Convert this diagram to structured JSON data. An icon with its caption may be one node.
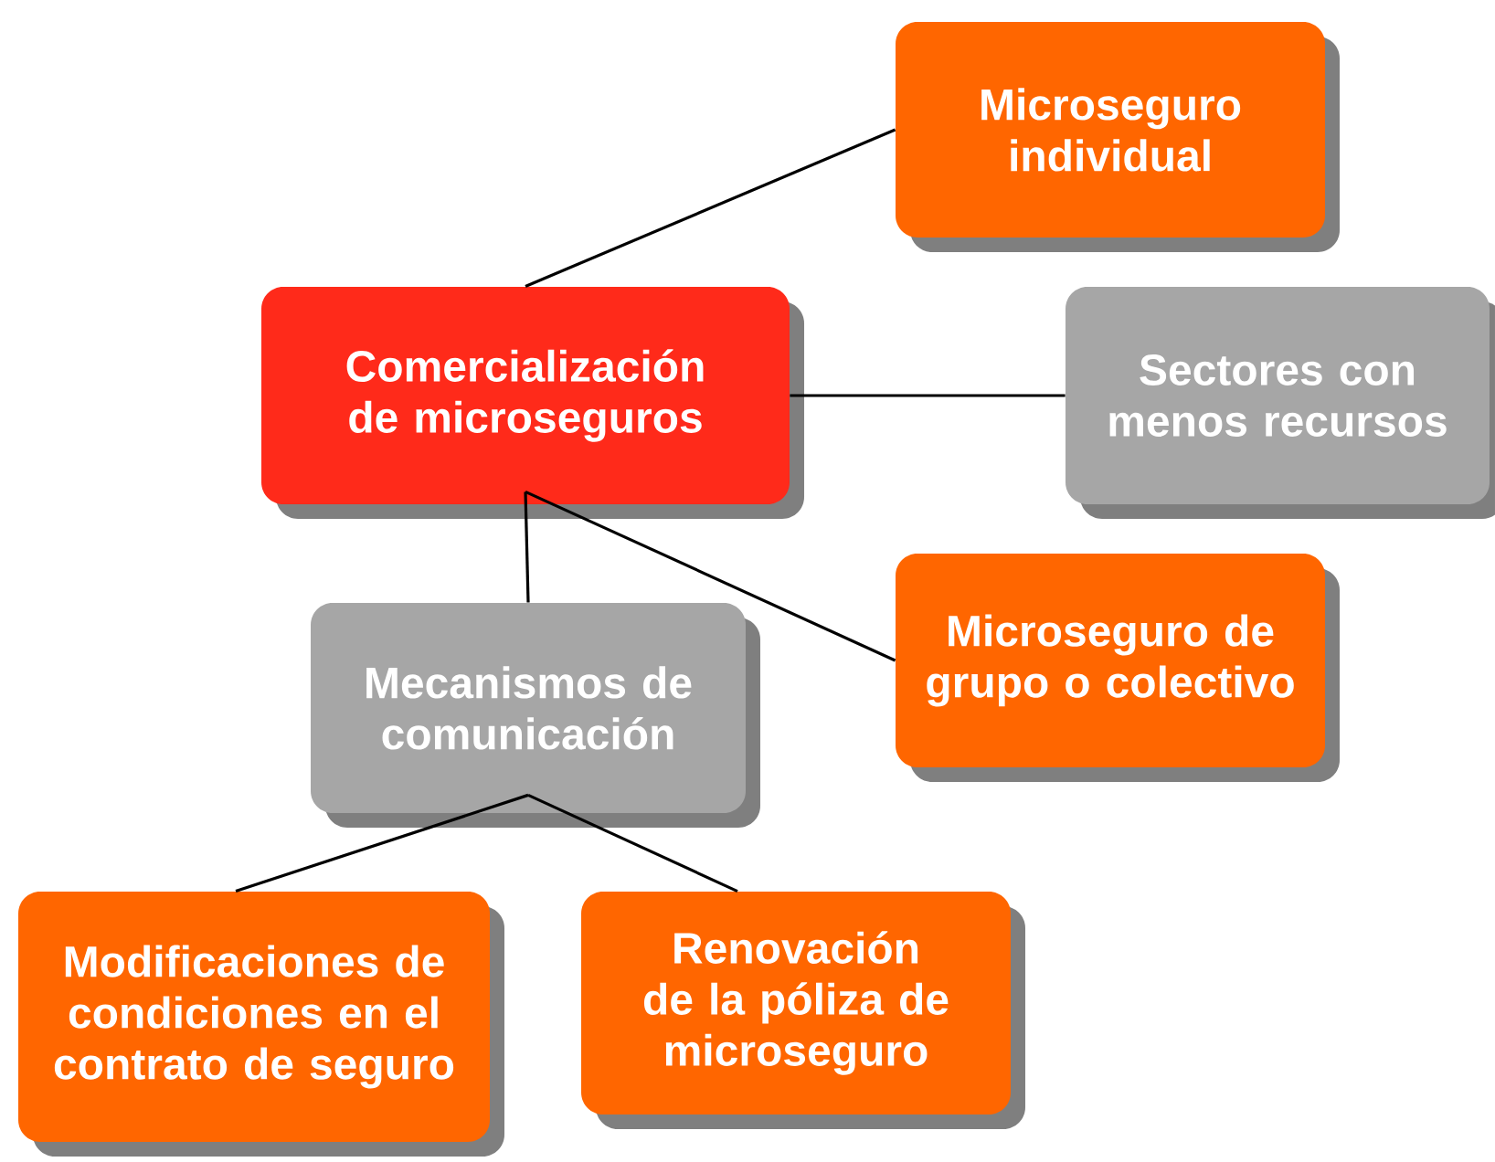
{
  "diagram": {
    "nodes": [
      {
        "text": [
          "Comercialización de microseguros"
        ]
      },
      {
        "text": [
          "Microseguro individual"
        ]
      },
      {
        "text": [
          "Sectores con menos recursos"
        ]
      },
      {
        "text": [
          "Microseguro de grupo o colectivo"
        ]
      },
      {
        "text": [
          "Mecanismos de comunicación"
        ]
      },
      {
        "text": [
          "Modificaciones de condiciones en el contrato de seguro"
        ]
      },
      {
        "text": [
          "Renovación de la póliza de microseguro"
        ]
      }
    ],
    "edges": [
      {
        "from": 0,
        "to": 1,
        "arrow": "none"
      },
      {
        "from": 0,
        "to": 2,
        "arrow": "none"
      },
      {
        "from": 0,
        "to": 3,
        "arrow": "none"
      },
      {
        "from": 0,
        "to": 4,
        "arrow": "none"
      },
      {
        "from": 4,
        "to": 5,
        "arrow": "none"
      },
      {
        "from": 4,
        "to": 6,
        "arrow": "none"
      }
    ]
  }
}
